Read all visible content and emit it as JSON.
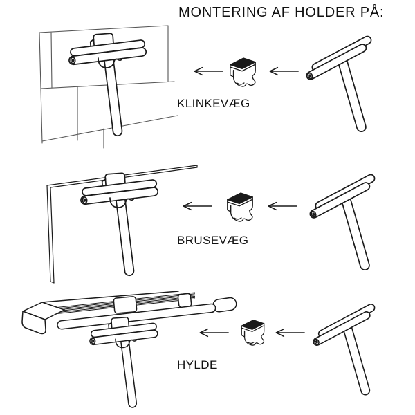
{
  "title": "MONTERING AF HOLDER PÅ:",
  "rows": [
    {
      "id": "klinkevaeg",
      "label": "KLINKEVÆG"
    },
    {
      "id": "brusevaeg",
      "label": "BRUSEVÆG"
    },
    {
      "id": "hylde",
      "label": "HYLDE"
    }
  ],
  "icons": {
    "arrow": "arrow-left-icon",
    "holder": "holder-clip-icon",
    "squeegee": "squeegee-icon"
  },
  "colors": {
    "background": "#ffffff",
    "line": "#1a1a1a",
    "wall_line": "#555555",
    "clip_pad": "#1a1a1a",
    "text": "#111111"
  }
}
